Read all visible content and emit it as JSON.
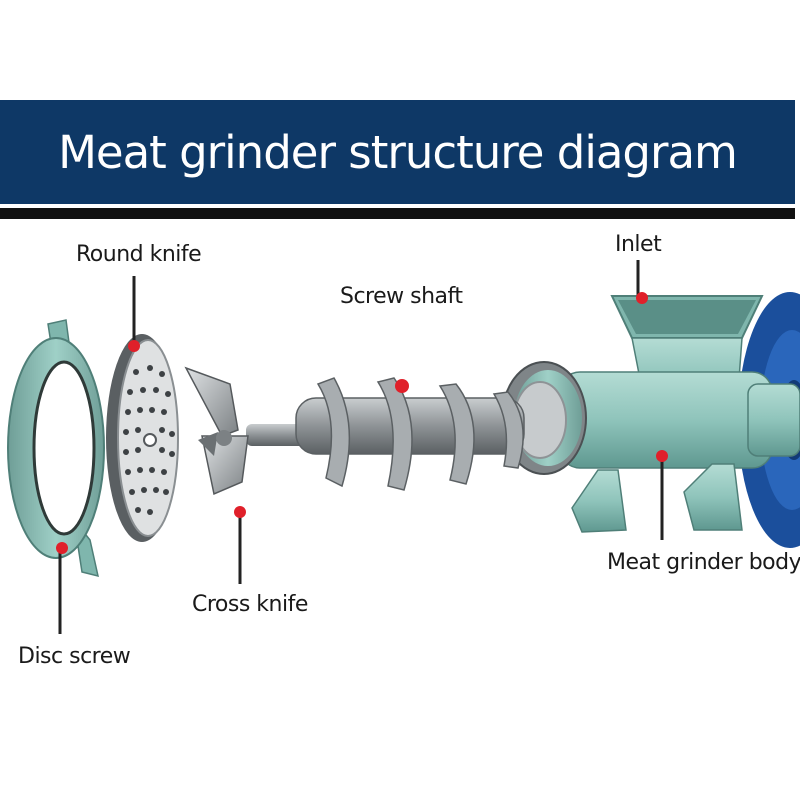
{
  "header": {
    "title": "Meat grinder structure diagram"
  },
  "labels": {
    "round_knife": "Round knife",
    "screw_shaft": "Screw shaft",
    "inlet": "Inlet",
    "cross_knife": "Cross knife",
    "meat_grinder_body": "Meat grinder body",
    "disc_screw": "Disc screw"
  },
  "colors": {
    "banner": "#0e3866",
    "body_paint": "#8fc4bb",
    "pulley": "#1b4f9c",
    "marker": "#e0202a",
    "metal": "#9ea3a6"
  }
}
